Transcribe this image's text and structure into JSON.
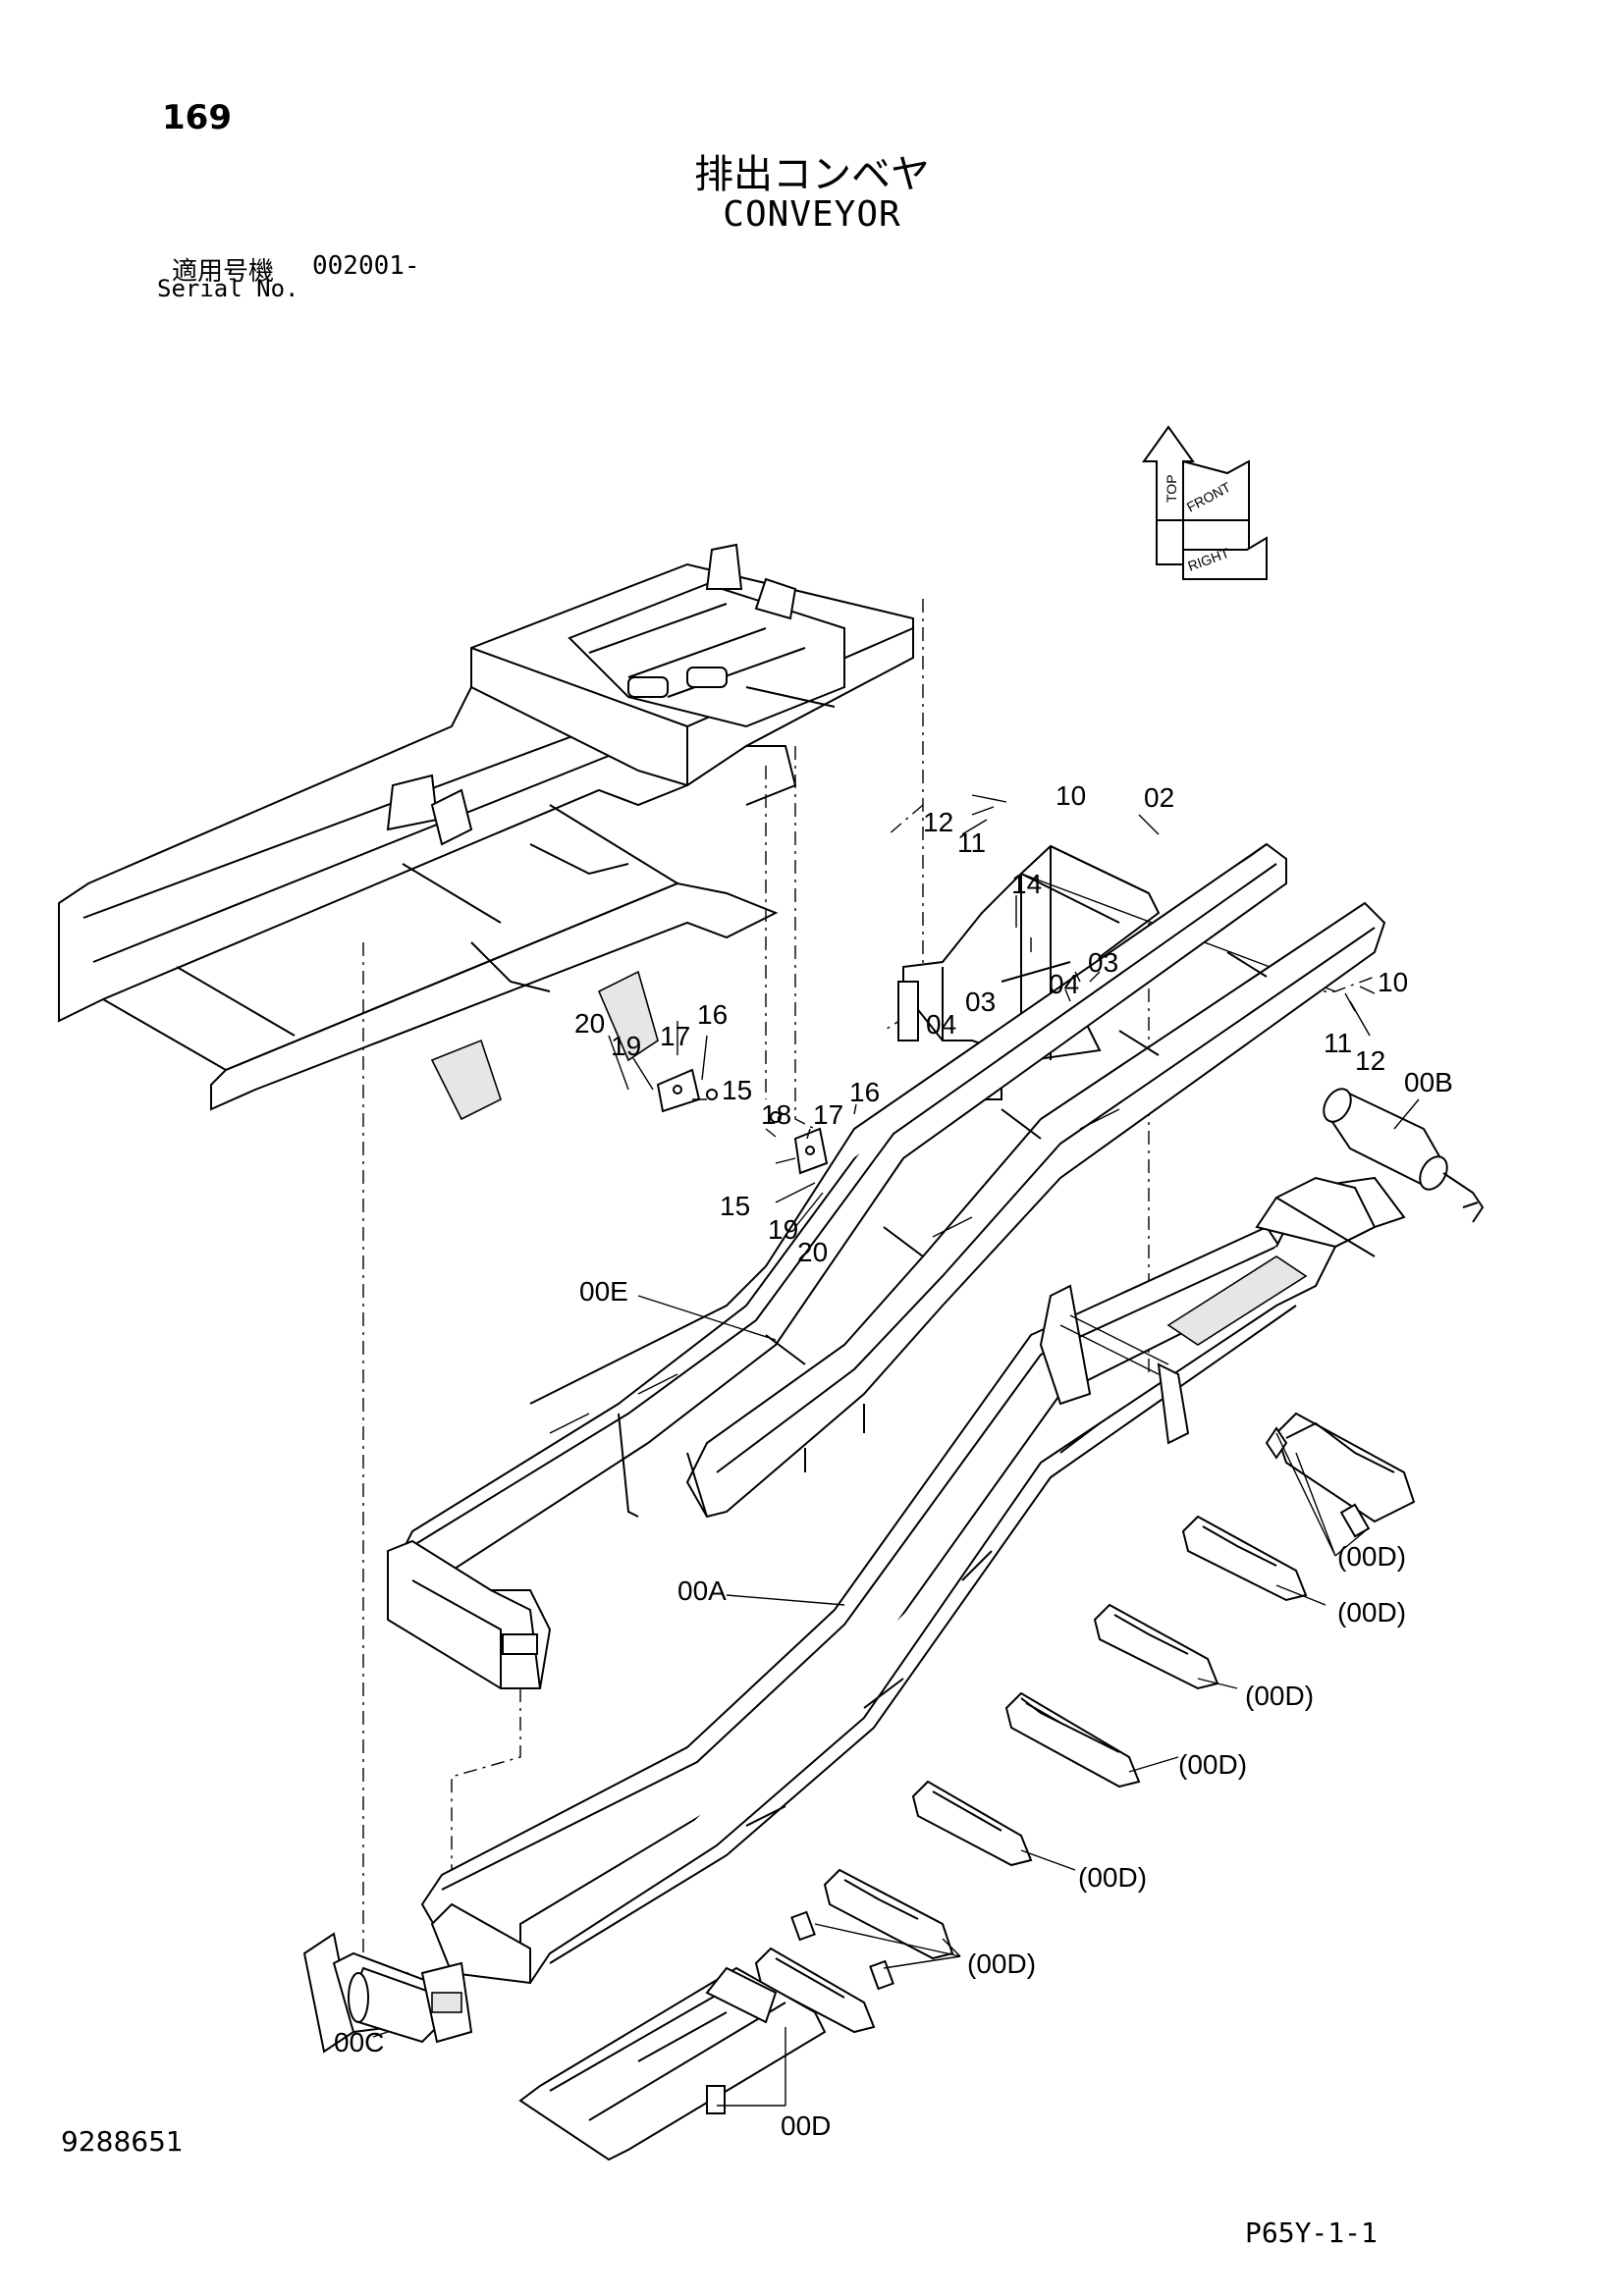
{
  "page_number": "169",
  "title_jp": "排出コンベヤ",
  "title_en": "CONVEYOR",
  "serial": {
    "label_jp": "適用号機",
    "value": "002001-",
    "label_en": "Serial No."
  },
  "orientation": {
    "top": "TOP",
    "front": "FRONT",
    "right": "RIGHT"
  },
  "callouts": {
    "c10a": "10",
    "c12a": "12",
    "c11a": "11",
    "c02": "02",
    "c14": "14",
    "c04a": "04",
    "c03a": "03",
    "c04b": "04",
    "c03b": "03",
    "c10b": "10",
    "c11b": "11",
    "c12b": "12",
    "c20a": "20",
    "c19a": "19",
    "c17a": "17",
    "c16a": "16",
    "c15a": "15",
    "c18": "18",
    "c17b": "17",
    "c16b": "16",
    "c15b": "15",
    "c19b": "19",
    "c20b": "20",
    "c00B": "00B",
    "c00E": "00E",
    "c00A": "00A",
    "c00C": "00C",
    "c00D1": "(00D)",
    "c00D2": "(00D)",
    "c00D3": "(00D)",
    "c00D4": "(00D)",
    "c00D5": "(00D)",
    "c00D6": "(00D)",
    "c00D7": "00D"
  },
  "doc_id": "9288651",
  "page_code": "P65Y-1-1"
}
